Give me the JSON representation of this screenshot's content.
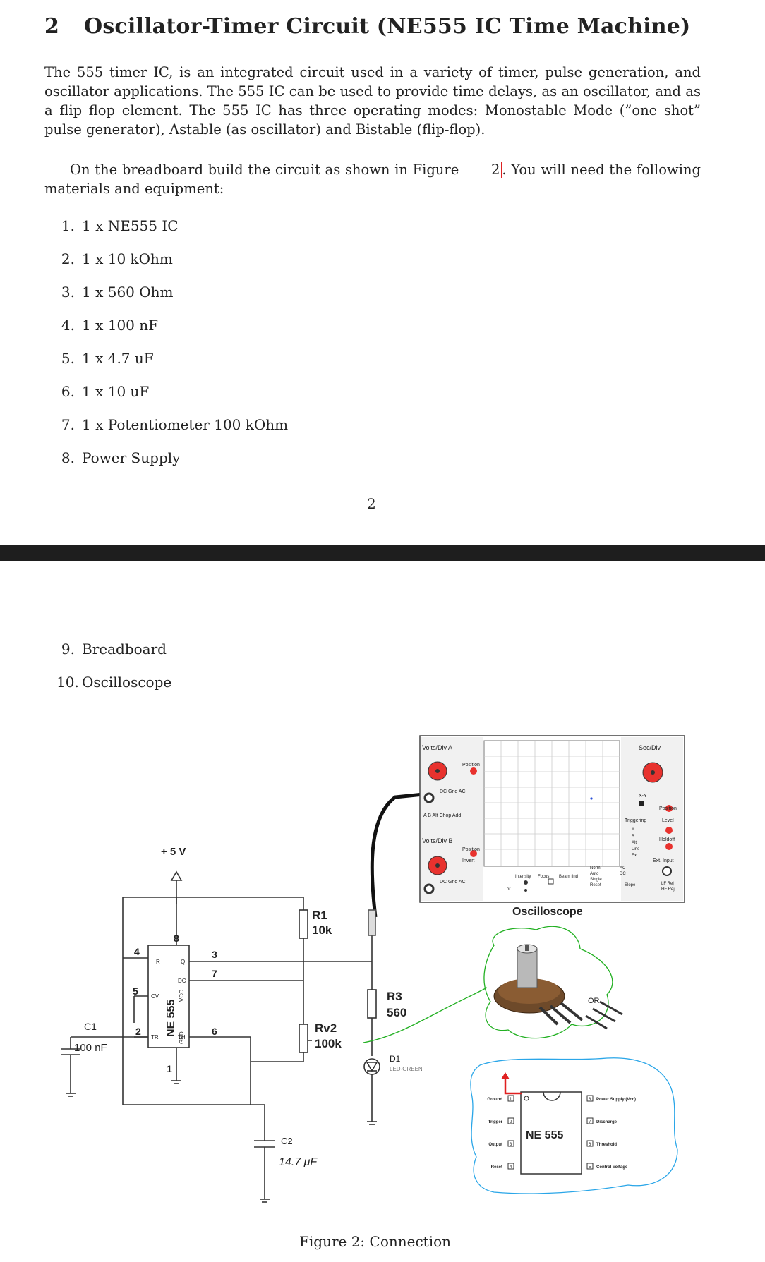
{
  "section": {
    "number": "2",
    "title": "Oscillator-Timer Circuit (NE555 IC Time Machine)"
  },
  "intro": "The 555 timer IC, is an integrated circuit used in a variety of timer, pulse generation, and oscillator applications. The 555 IC can be used to provide time delays, as an oscillator, and as a flip flop element. The 555 IC has three operating modes: Monostable Mode (”one shot” pulse generator), Astable (as oscillator) and Bistable (flip-flop).",
  "build": {
    "before": "On the breadboard build the circuit as shown in Figure ",
    "ref": "2",
    "after": ". You will need the following materials and equipment:"
  },
  "materials": [
    {
      "n": "1.",
      "text": "1 x NE555 IC"
    },
    {
      "n": "2.",
      "text": "1 x 10 kOhm"
    },
    {
      "n": "3.",
      "text": "1 x 560 Ohm"
    },
    {
      "n": "4.",
      "text": "1 x 100 nF"
    },
    {
      "n": "5.",
      "text": "1 x 4.7 uF"
    },
    {
      "n": "6.",
      "text": "1 x 10 uF"
    },
    {
      "n": "7.",
      "text": "1 x Potentiometer 100 kOhm"
    },
    {
      "n": "8.",
      "text": "Power Supply"
    },
    {
      "n": "9.",
      "text": "Breadboard"
    },
    {
      "n": "10.",
      "text": "Oscilloscope"
    }
  ],
  "page_number": "2",
  "figure": {
    "caption": "Figure 2: Connection",
    "schematic": {
      "supply": "+ 5 V",
      "ic": "NE 555",
      "pin_numbers": [
        "8",
        "4",
        "3",
        "7",
        "5",
        "2",
        "6",
        "1"
      ],
      "pin_names": [
        "R",
        "Q",
        "DC",
        "CV",
        "TR",
        "TH",
        "VCC",
        "GND"
      ],
      "r1": {
        "name": "R1",
        "value": "10k"
      },
      "r3": {
        "name": "R3",
        "value": "560"
      },
      "rv2": {
        "name": "Rv2",
        "value": "100k"
      },
      "c1": {
        "name": "C1",
        "value": "100 nF"
      },
      "c2": {
        "name": "C2",
        "value": "14.7 μF"
      },
      "d1": {
        "name": "D1",
        "type": "LED-GREEN"
      }
    },
    "oscilloscope": {
      "label": "Oscilloscope",
      "volts_a": "Volts/Div A",
      "volts_b": "Volts/Div B",
      "sec_div": "Sec/Div",
      "position": "Position",
      "coupling": "DC  Gnd  AC",
      "channel_modes": "A  B  Alt  Chop Add",
      "invert": "Invert",
      "xy": "X-Y",
      "triggering": "Triggering",
      "level": "Level",
      "holdoff": "Holdoff",
      "ext_input": "Ext. Input",
      "intensity": "Intensity",
      "focus": "Focus",
      "beam_find": "Beam find",
      "or": "or",
      "trigger_source": [
        "A",
        "B",
        "Alt",
        "Line",
        "Ext."
      ],
      "trigger_mode": [
        "Norm",
        "Auto",
        "Single",
        "Reset"
      ],
      "trigger_coupling": [
        "AC",
        "DC"
      ],
      "slope": "Slope",
      "filter": [
        "LF Rej",
        "HF Rej"
      ]
    },
    "pot_or": "OR",
    "pinout": {
      "chip": "NE 555",
      "left": [
        {
          "num": "1",
          "label": "Ground"
        },
        {
          "num": "2",
          "label": "Trigger"
        },
        {
          "num": "3",
          "label": "Output"
        },
        {
          "num": "4",
          "label": "Reset"
        }
      ],
      "right": [
        {
          "num": "8",
          "label": "Power Supply (Vcc)"
        },
        {
          "num": "7",
          "label": "Discharge"
        },
        {
          "num": "6",
          "label": "Threshold"
        },
        {
          "num": "5",
          "label": "Control Voltage"
        }
      ]
    },
    "colors": {
      "knob": "#e8322e",
      "annotation_green": "#22b022",
      "annotation_blue": "#2aa6e8",
      "arrow_red": "#e02020"
    }
  }
}
